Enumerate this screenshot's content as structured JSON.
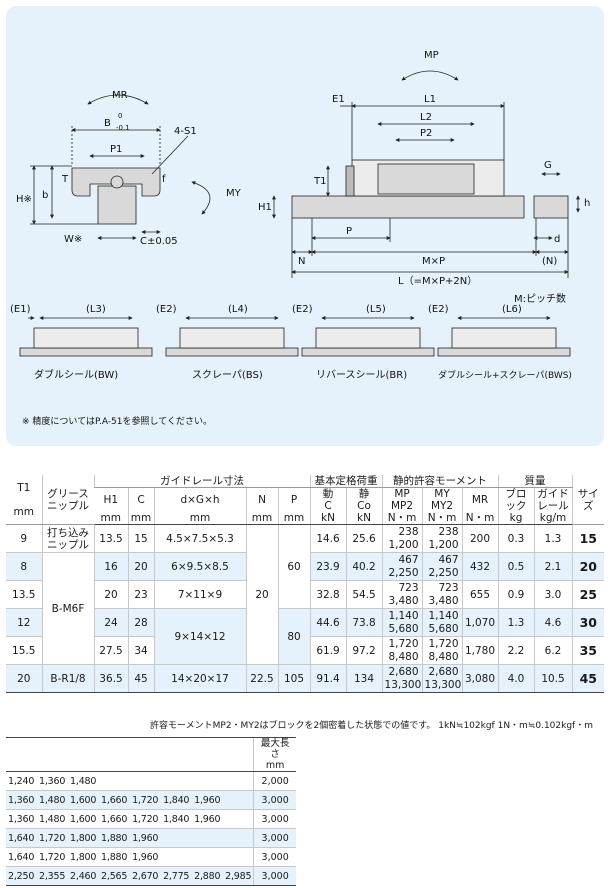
{
  "drawing": {
    "labels": {
      "mr": "MR",
      "b_minus": "B",
      "zero": "0",
      "tol": "-0.1",
      "p1": "P1",
      "s1": "4-S1",
      "h_star": "H※",
      "b_small": "b",
      "t_small": "T",
      "f_small": "f",
      "w_star": "W※",
      "c_tol": "C±0.05",
      "my": "MY",
      "mp": "MP",
      "e1": "E1",
      "l1": "L1",
      "l2": "L2",
      "p2": "P2",
      "t1": "T1",
      "g": "G",
      "h1": "H1",
      "h": "h",
      "d": "d",
      "n": "N",
      "p": "P",
      "mxp": "M×P",
      "n_paren": "(N)",
      "l_formula": "L（=M×P+2N）",
      "pitch_note": "M:ピッチ数"
    },
    "variants": [
      {
        "e": "(E1)",
        "l": "(L3)",
        "caption": "ダブルシール(BW)"
      },
      {
        "e": "(E2)",
        "l": "(L4)",
        "caption": "スクレーパ(BS)"
      },
      {
        "e": "(E2)",
        "l": "(L5)",
        "caption": "リバースシール(BR)"
      },
      {
        "e": "(E2)",
        "l": "(L6)",
        "caption": "ダブルシール+スクレーパ(BWS)"
      }
    ],
    "accuracy_note": "※ 精度についてはP.A-51を参照してください。"
  },
  "spec_table": {
    "headers": {
      "t1": "T1",
      "grease": "グリース\nニップル",
      "guide_rail": "ガイドレール寸法",
      "h1": "H1",
      "c": "C",
      "dgh": "d×G×h",
      "n": "N",
      "p": "P",
      "load": "基本定格荷重",
      "dynamic": "動",
      "static": "静",
      "dyn_sym": "C",
      "stat_sym": "Co",
      "moment": "静的許容モーメント",
      "mp": "MP",
      "mp2": "MP2",
      "my": "MY",
      "my2": "MY2",
      "mr": "MR",
      "mass": "質量",
      "block": "ブロック",
      "rail": "ガイド\nレール",
      "size": "サイズ",
      "unit_mm": "mm",
      "unit_kn": "kN",
      "unit_nm": "N・m",
      "unit_kg": "kg",
      "unit_kgm": "kg/m"
    },
    "rows": [
      {
        "t1": "9",
        "grease": "打ち込み\nニップル",
        "h1": "13.5",
        "c": "15",
        "dgh": "4.5×7.5×5.3",
        "n": "",
        "p": "",
        "c_kn": "14.6",
        "co_kn": "25.6",
        "mp": "238",
        "mp2": "1,200",
        "my": "238",
        "my2": "1,200",
        "mr": "200",
        "block": "0.3",
        "rail": "1.3",
        "size": "15"
      },
      {
        "t1": "8",
        "grease": "",
        "h1": "16",
        "c": "20",
        "dgh": "6×9.5×8.5",
        "n": "",
        "p": "60",
        "c_kn": "23.9",
        "co_kn": "40.2",
        "mp": "467",
        "mp2": "2,250",
        "my": "467",
        "my2": "2,250",
        "mr": "432",
        "block": "0.5",
        "rail": "2.1",
        "size": "20"
      },
      {
        "t1": "13.5",
        "grease": "B-M6F",
        "h1": "20",
        "c": "23",
        "dgh": "7×11×9",
        "n": "20",
        "p": "",
        "c_kn": "32.8",
        "co_kn": "54.5",
        "mp": "723",
        "mp2": "3,480",
        "my": "723",
        "my2": "3,480",
        "mr": "655",
        "block": "0.9",
        "rail": "3.0",
        "size": "25"
      },
      {
        "t1": "12",
        "grease": "",
        "h1": "24",
        "c": "28",
        "dgh": "",
        "n": "",
        "p": "",
        "c_kn": "44.6",
        "co_kn": "73.8",
        "mp": "1,140",
        "mp2": "5,680",
        "my": "1,140",
        "my2": "5,680",
        "mr": "1,070",
        "block": "1.3",
        "rail": "4.6",
        "size": "30"
      },
      {
        "t1": "15.5",
        "grease": "",
        "h1": "27.5",
        "c": "34",
        "dgh": "9×14×12",
        "n": "",
        "p": "80",
        "c_kn": "61.9",
        "co_kn": "97.2",
        "mp": "1,720",
        "mp2": "8,480",
        "my": "1,720",
        "my2": "8,480",
        "mr": "1,780",
        "block": "2.2",
        "rail": "6.2",
        "size": "35"
      },
      {
        "t1": "20",
        "grease": "B-R1/8",
        "h1": "36.5",
        "c": "45",
        "dgh": "14×20×17",
        "n": "22.5",
        "p": "105",
        "c_kn": "91.4",
        "co_kn": "134",
        "mp": "2,680",
        "mp2": "13,300",
        "my": "2,680",
        "my2": "13,300",
        "mr": "3,080",
        "block": "4.0",
        "rail": "10.5",
        "size": "45"
      }
    ],
    "note": "許容モーメントMP2・MY2はブロックを2個密着した状態での値です。 1kN≒102kgf 1N・m≒0.102kgf・m"
  },
  "length_table": {
    "header_max": "最大長さ\nmm",
    "rows": [
      {
        "lengths": "1,240 1,360 1,480",
        "max": "2,000"
      },
      {
        "lengths": "1,360 1,480 1,600 1,660 1,720 1,840 1,960",
        "max": "3,000"
      },
      {
        "lengths": "1,360 1,480 1,600 1,660 1,720 1,840 1,960",
        "max": "3,000"
      },
      {
        "lengths": "1,640 1,720 1,800 1,880 1,960",
        "max": "3,000"
      },
      {
        "lengths": "1,640 1,720 1,800 1,880 1,960",
        "max": "3,000"
      },
      {
        "lengths": "2,250 2,355 2,460 2,565 2,670 2,775 2,880 2,985",
        "max": "3,000"
      }
    ]
  },
  "colors": {
    "panel": "#e5f2fb",
    "row_tint": "#e5f2fb",
    "part_gray": "#d9d9d9"
  }
}
